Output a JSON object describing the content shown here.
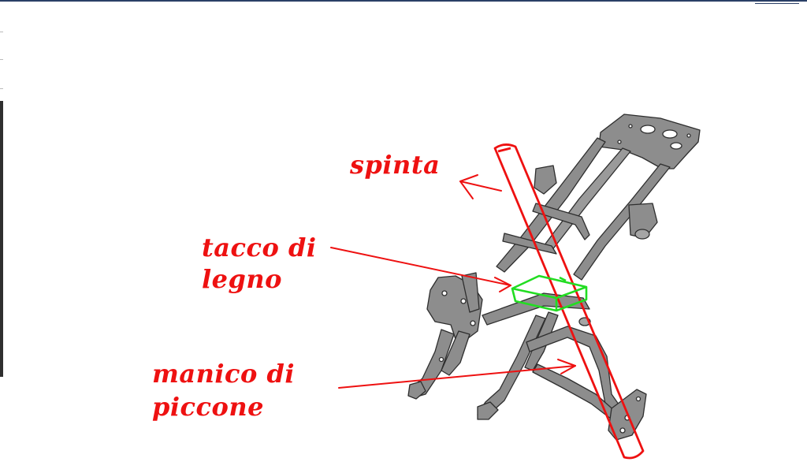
{
  "labels": {
    "push": "spinta",
    "wood_block_line1": "tacco di",
    "wood_block_line2": "legno",
    "pick_handle_line1": "manico di",
    "pick_handle_line2": "piccone"
  },
  "colors": {
    "annotation": "#ee1111",
    "wood_block": "#22dd22",
    "frame_fill": "#8a8a8a",
    "frame_outline": "#2e2e2e",
    "background": "#ffffff"
  }
}
